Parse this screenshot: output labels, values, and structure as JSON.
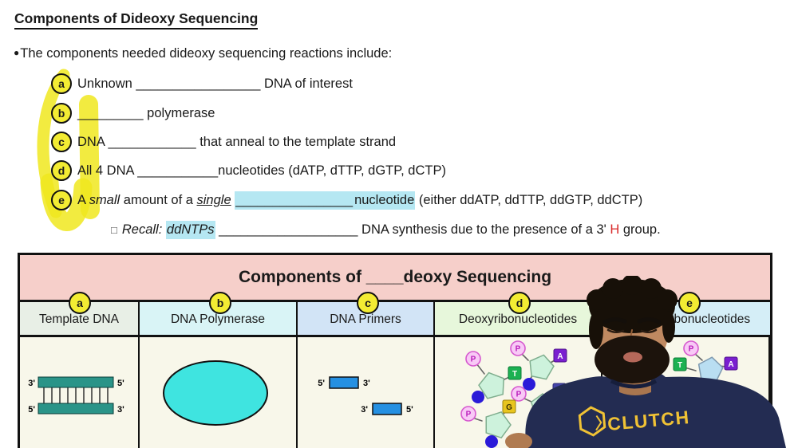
{
  "title": "Components of Dideoxy Sequencing",
  "intro": {
    "bullet": "●",
    "text": "The components needed dideoxy sequencing reactions include:"
  },
  "list": {
    "items": [
      {
        "letter": "a",
        "pre": "Unknown ",
        "blank": "_________________",
        "post": " DNA of interest"
      },
      {
        "letter": "b",
        "blank": "_________",
        "post": " polymerase"
      },
      {
        "letter": "c",
        "pre": "DNA ",
        "blank": "____________",
        "post": " that anneal to the template strand"
      },
      {
        "letter": "d",
        "pre": "All 4 DNA ",
        "blank": "___________",
        "post": "nucleotides (dATP, dTTP, dGTP, dCTP)"
      },
      {
        "letter": "e",
        "pre": "A ",
        "italic1": "small",
        "mid": " amount of a ",
        "italic2": "single",
        "hl_blank": "________________",
        "hl_word": "nucleotide",
        "post": " (either ddATP, ddTTP, ddGTP, ddCTP)"
      }
    ],
    "recall": {
      "bullet": "□",
      "label": "Recall: ",
      "highlight": "ddNTPs",
      "blank": "___________________",
      "mid": " DNA synthesis due to the presence of a 3' ",
      "red": "H",
      "end": " group."
    }
  },
  "table": {
    "title": {
      "pre": "Components of ",
      "blank": "____",
      "post": "deoxy Sequencing"
    },
    "columns": [
      {
        "letter": "a",
        "header": "Template DNA"
      },
      {
        "letter": "b",
        "header": "DNA Polymerase"
      },
      {
        "letter": "c",
        "header": "DNA Primers"
      },
      {
        "letter": "d",
        "header": "Deoxyribonucleotides"
      },
      {
        "letter": "e",
        "header": "Dideoxyribonucleotides"
      }
    ],
    "template_dna": {
      "top_left": "3'",
      "top_right": "5'",
      "bottom_left": "5'",
      "bottom_right": "3'"
    },
    "primers": {
      "p1_left": "5'",
      "p1_right": "3'",
      "p2_left": "3'",
      "p2_right": "5'"
    },
    "bases": {
      "P": "P",
      "A": "A",
      "T": "T",
      "G": "G",
      "C": "C"
    }
  },
  "video": {
    "shirt_text": "CLUTCH"
  },
  "colors": {
    "circle_yellow": "#f3ec33",
    "highlighter_yellow": "#f0e81e",
    "cyan_highlight": "#b5e7f2",
    "red_text": "#d92b2b",
    "table_title_pink": "#f6cfca",
    "header_a": "#e8efe6",
    "header_b": "#d9f4f6",
    "header_c": "#d2e4f6",
    "header_d": "#e7f7db",
    "header_e": "#d5eef7",
    "body_cream": "#f8f7ea",
    "dna_teal": "#2a9488",
    "polymerase_cyan": "#3fe4e0",
    "primer_blue": "#2590e2",
    "pentose_mint": "#cdf2dc",
    "pentose_blue": "#b9def2",
    "phosphate_pink": "#f8c9f6",
    "base_A": "#7a1fd0",
    "base_T": "#1cb152",
    "base_G": "#e8c51e",
    "base_C": "#4545aa",
    "oh_blue": "#2a1ad8",
    "dd_red": "#e51d1d",
    "shirt_navy": "#232c52",
    "shirt_gold": "#f0c235"
  }
}
